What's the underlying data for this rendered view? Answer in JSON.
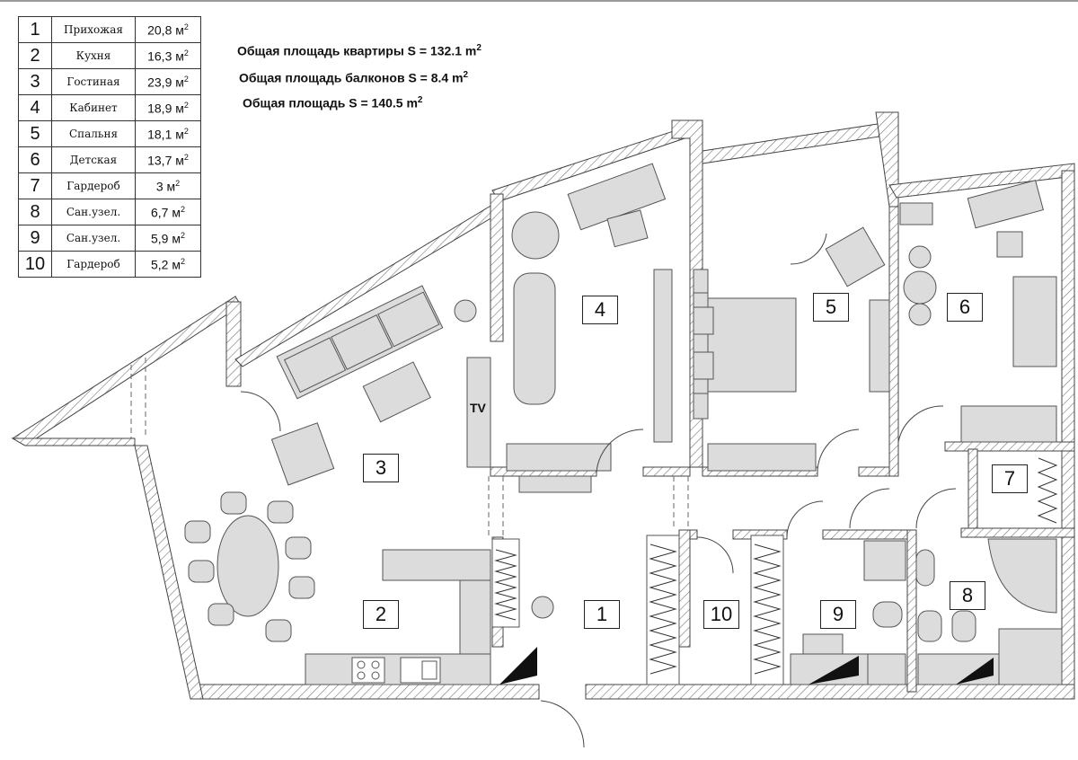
{
  "legend": {
    "rows": [
      {
        "num": "1",
        "name": "Прихожая",
        "area": "20,8 м",
        "sup": "2"
      },
      {
        "num": "2",
        "name": "Кухня",
        "area": "16,3 м",
        "sup": "2"
      },
      {
        "num": "3",
        "name": "Гостиная",
        "area": "23,9 м",
        "sup": "2"
      },
      {
        "num": "4",
        "name": "Кабинет",
        "area": "18,9 м",
        "sup": "2"
      },
      {
        "num": "5",
        "name": "Спальня",
        "area": "18,1 м",
        "sup": "2"
      },
      {
        "num": "6",
        "name": "Детская",
        "area": "13,7 м",
        "sup": "2"
      },
      {
        "num": "7",
        "name": "Гардероб",
        "area": "3 м",
        "sup": "2"
      },
      {
        "num": "8",
        "name": "Сан.узел.",
        "area": "6,7 м",
        "sup": "2"
      },
      {
        "num": "9",
        "name": "Сан.узел.",
        "area": "5,9 м",
        "sup": "2"
      },
      {
        "num": "10",
        "name": "Гардероб",
        "area": "5,2 м",
        "sup": "2"
      }
    ]
  },
  "totals": {
    "apartment": {
      "text": "Общая площадь квартиры S = 132.1 m",
      "sup": "2"
    },
    "balconies": {
      "text": "Общая площадь балконов  S = 8.4 m",
      "sup": "2"
    },
    "total": {
      "text": "Общая площадь   S = 140.5 m",
      "sup": "2"
    }
  },
  "room_labels": {
    "r1": "1",
    "r2": "2",
    "r3": "3",
    "r4": "4",
    "r5": "5",
    "r6": "6",
    "r7": "7",
    "r8": "8",
    "r9": "9",
    "r10": "10"
  },
  "tv_label": "TV",
  "colors": {
    "wall": "#ffffff",
    "wall_stroke": "#444444",
    "furniture": "#dcdcdc",
    "hatch": "#777777"
  }
}
